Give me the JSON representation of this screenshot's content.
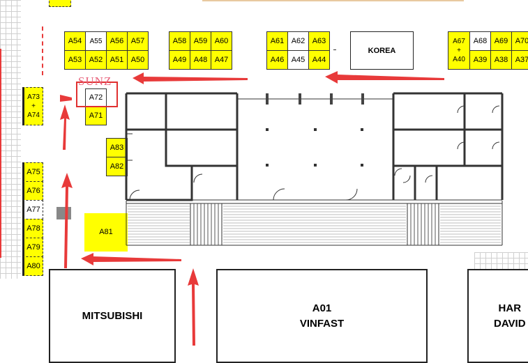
{
  "booths": {
    "a54": "A54",
    "a55": "A55",
    "a56": "A56",
    "a57": "A57",
    "a53": "A53",
    "a52": "A52",
    "a51": "A51",
    "a50": "A50",
    "a58": "A58",
    "a59": "A59",
    "a60": "A60",
    "a49": "A49",
    "a48": "A48",
    "a47": "A47",
    "a61": "A61",
    "a62": "A62",
    "a63": "A63",
    "a46": "A46",
    "a45": "A45",
    "a44": "A44",
    "a67_40": "A67\n+\nA40",
    "a68": "A68",
    "a69": "A69",
    "a70": "A70",
    "a39": "A39",
    "a38": "A38",
    "a37": "A37",
    "a73_74": "A73\n+\nA74",
    "a72": "A72",
    "a71": "A71",
    "a83": "A83",
    "a82": "A82",
    "a75": "A75",
    "a76": "A76",
    "a77": "A77",
    "a78": "A78",
    "a79": "A79",
    "a80": "A80",
    "a81": "A81"
  },
  "exhibitors": {
    "korea": "KOREA",
    "mitsubishi": "MITSUBISHI",
    "vinfast": "A01\nVINFAST",
    "harley": "HAR\nDAVID"
  },
  "highlight_label": "SUNZ",
  "colors": {
    "booth_yellow": "#ffff00",
    "arrow_red": "#e83a3a",
    "highlight_red": "#e03030"
  }
}
